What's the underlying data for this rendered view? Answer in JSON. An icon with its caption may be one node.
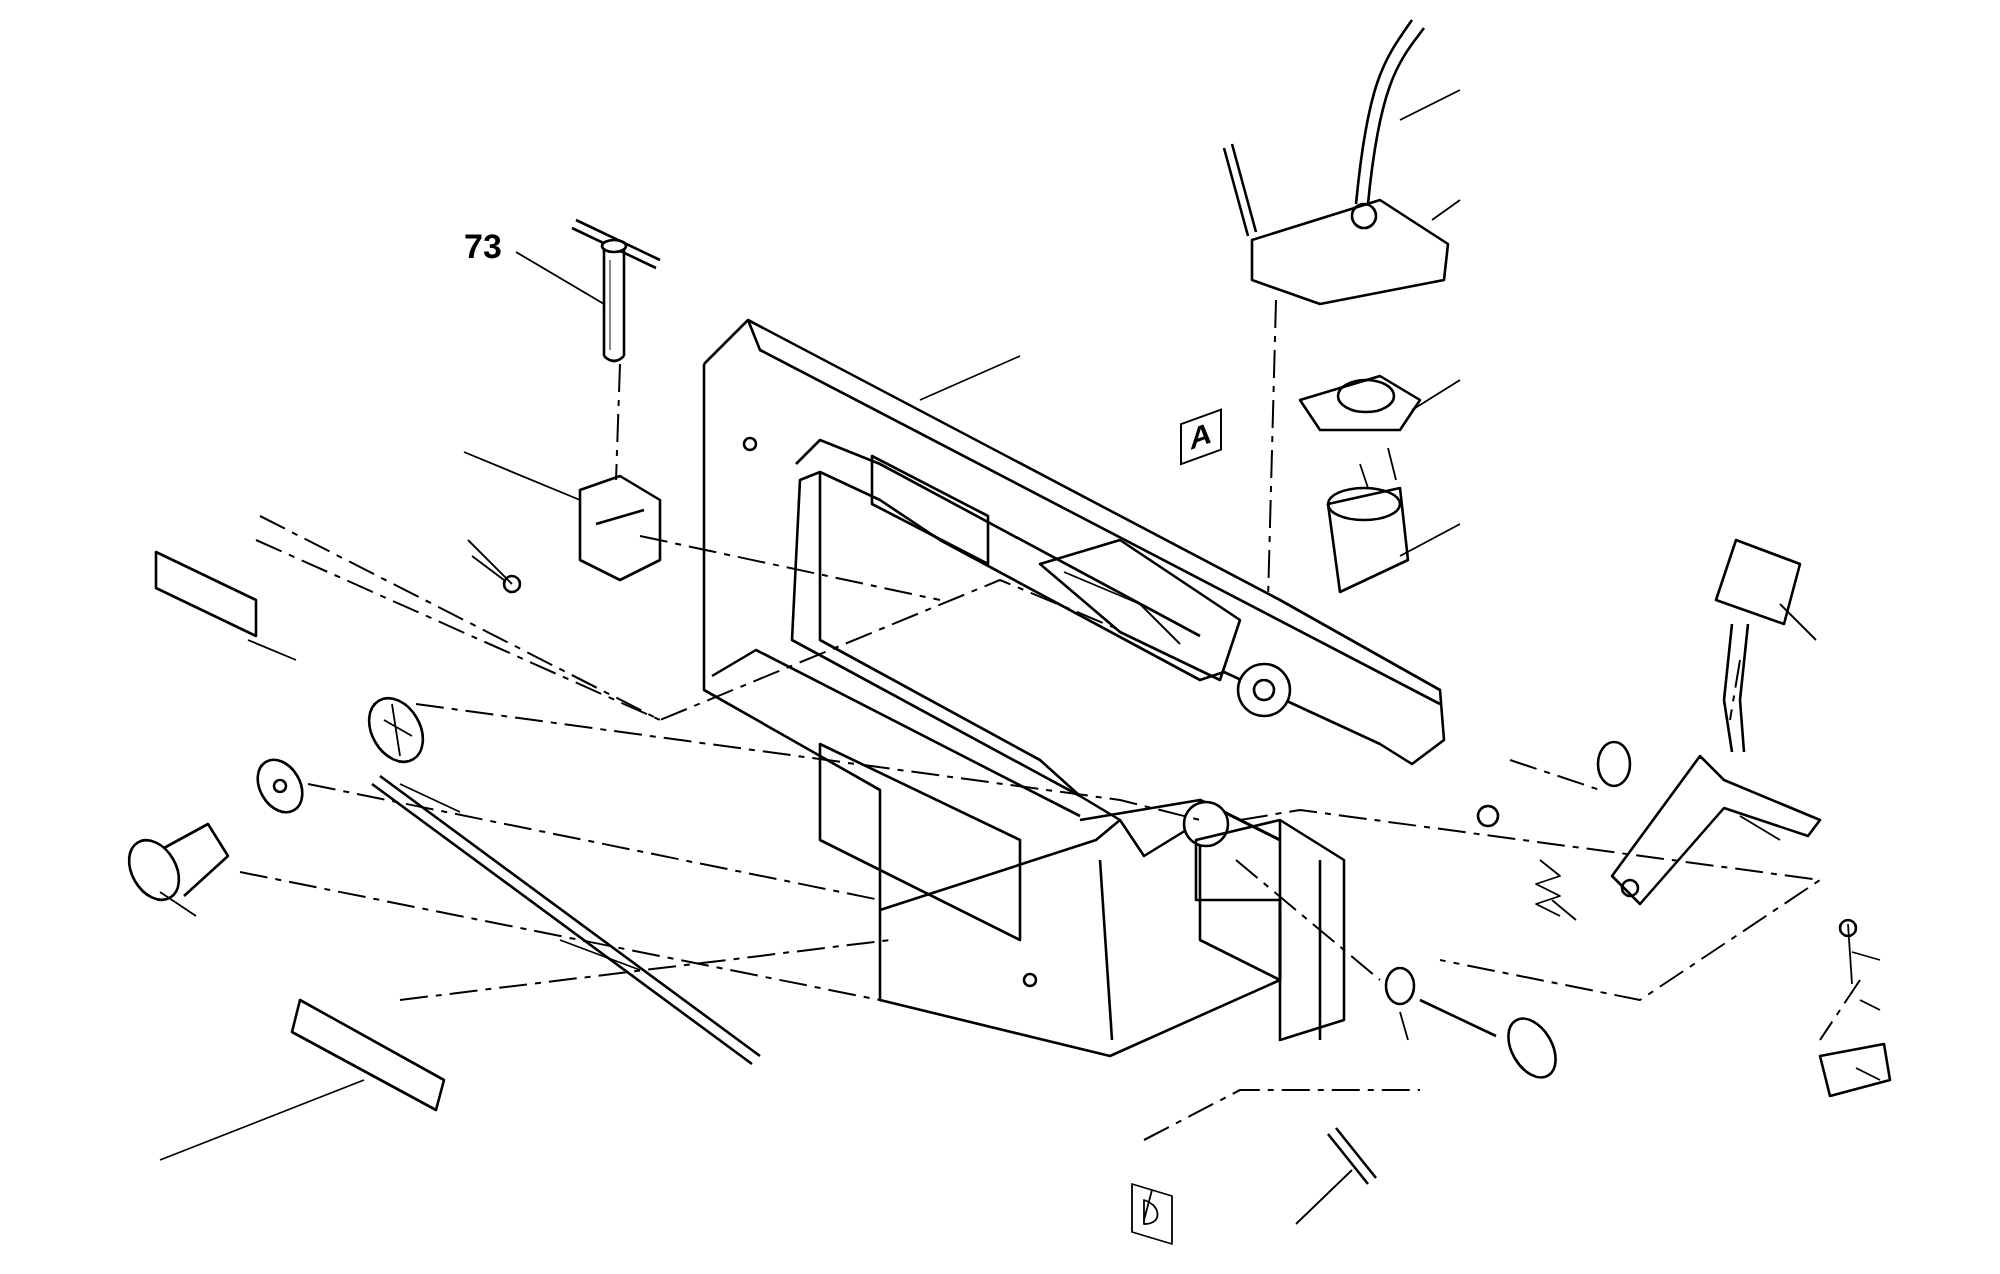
{
  "diagram": {
    "nodes": [
      {
        "text": [
          "73"
        ]
      },
      {
        "text": [],
        "shape": "picture"
      },
      {
        "text": [
          "A"
        ]
      }
    ],
    "edges": [
      {
        "from": 0,
        "to": 1,
        "arrow": "none"
      }
    ]
  }
}
